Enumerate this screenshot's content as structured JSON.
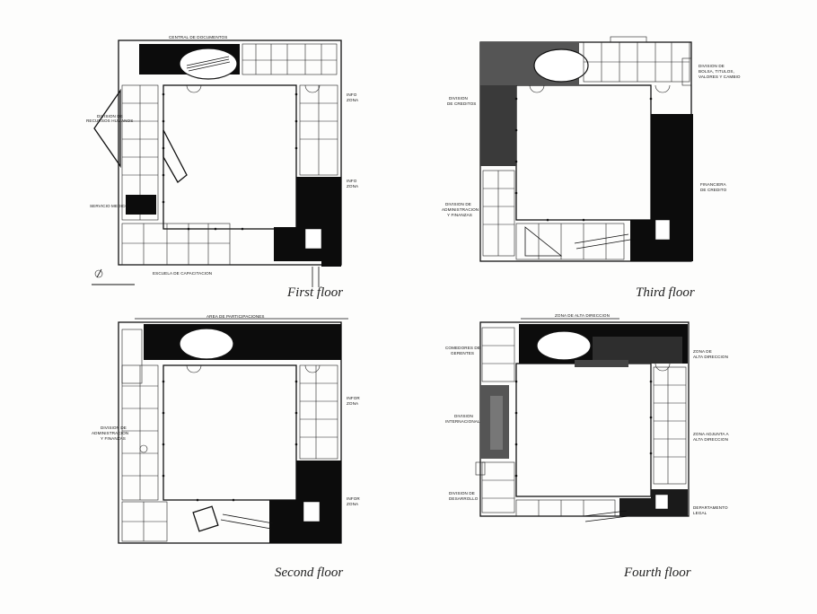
{
  "floors": [
    {
      "caption": "First floor",
      "labels": {
        "top": "CENTRAL DE DOCUMENTOS",
        "left_1": "DIVISION DE",
        "left_2": "RECURSOS HUMANOS",
        "left_3": "SERVICIO MEDICO",
        "right_1a": "INFO",
        "right_1b": "ZONA",
        "right_2a": "INFO",
        "right_2b": "ZONA",
        "bottom": "ESCUELA DE CAPACITACION"
      }
    },
    {
      "caption": "Third floor",
      "labels": {
        "left_1a": "DIVISION",
        "left_1b": "DE CREDITOS",
        "left_2a": "DIVISION DE",
        "left_2b": "ADMINISTRACION",
        "left_2c": "Y FINANZAS",
        "right_1a": "DIVISION DE",
        "right_1b": "BOLSA, TITULOS,",
        "right_1c": "VALORES Y CAMBIO",
        "right_2a": "FINANCIERA",
        "right_2b": "DE CREDITO"
      }
    },
    {
      "caption": "Second floor",
      "labels": {
        "top": "AREA DE PARTICIPACIONES",
        "left_1a": "DIVISION DE",
        "left_1b": "ADMINISTRACION",
        "left_1c": "Y FINANZAS",
        "right_1a": "INFOR",
        "right_1b": "ZONA",
        "right_2a": "INFOR",
        "right_2b": "ZONA"
      }
    },
    {
      "caption": "Fourth floor",
      "labels": {
        "top": "ZONA DE ALTA DIRECCION",
        "left_1a": "COMEDORES DE",
        "left_1b": "GERENTES",
        "left_2a": "DIVISION",
        "left_2b": "INTERNACIONAL",
        "left_3a": "DIVISION DE",
        "left_3b": "DESARROLLO",
        "right_1a": "ZONA DE",
        "right_1b": "ALTA DIRECCION",
        "right_2a": "ZONA ADJUNTA A",
        "right_2b": "ALTA DIRECCION",
        "right_3a": "DEPARTAMENTO",
        "right_3b": "LEGAL"
      }
    }
  ]
}
